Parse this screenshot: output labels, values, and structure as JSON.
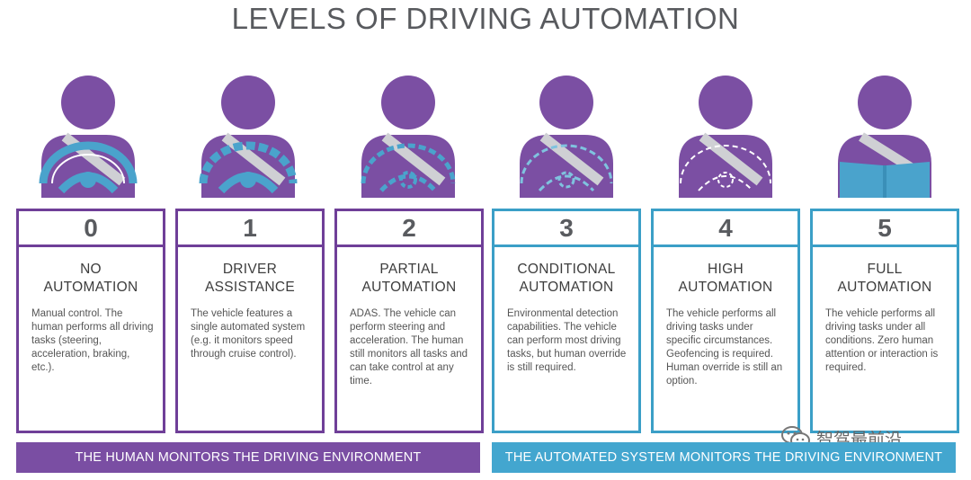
{
  "title": "LEVELS OF DRIVING AUTOMATION",
  "colors": {
    "human": "#6f3f98",
    "system": "#3b9fc7",
    "figure": "#7b4fa3",
    "wheel": "#4aa3cc",
    "book": "#4aa3cc"
  },
  "levels": [
    {
      "number": "0",
      "name_line1": "NO",
      "name_line2": "AUTOMATION",
      "group": "human",
      "description": "Manual control. The human performs all driving tasks (steering, acceleration, braking, etc.).",
      "icon": "person-steering-solid-icon"
    },
    {
      "number": "1",
      "name_line1": "DRIVER",
      "name_line2": "ASSISTANCE",
      "group": "human",
      "description": "The vehicle features a single automated system (e.g. it monitors speed through cruise control).",
      "icon": "person-steering-partial-dashed-icon"
    },
    {
      "number": "2",
      "name_line1": "PARTIAL",
      "name_line2": "AUTOMATION",
      "group": "human",
      "description": "ADAS. The vehicle can perform steering and acceleration. The human still monitors all tasks and can take control at any time.",
      "icon": "person-steering-dashed-icon"
    },
    {
      "number": "3",
      "name_line1": "CONDITIONAL",
      "name_line2": "AUTOMATION",
      "group": "system",
      "description": "Environmental detection capabilities. The vehicle can perform most driving tasks, but human override is still required.",
      "icon": "person-steering-dashed-blue-icon"
    },
    {
      "number": "4",
      "name_line1": "HIGH",
      "name_line2": "AUTOMATION",
      "group": "system",
      "description": "The vehicle performs all driving tasks under specific circumstances. Geofencing is required. Human override is still an option.",
      "icon": "person-steering-dashed-white-icon"
    },
    {
      "number": "5",
      "name_line1": "FULL",
      "name_line2": "AUTOMATION",
      "group": "system",
      "description": "The vehicle performs all driving tasks under all conditions. Zero human attention or interaction is required.",
      "icon": "person-reading-book-icon"
    }
  ],
  "bands": {
    "human": "THE HUMAN MONITORS THE DRIVING ENVIRONMENT",
    "system": "THE AUTOMATED SYSTEM MONITORS THE DRIVING ENVIRONMENT"
  },
  "watermark": {
    "text": "智驾最前沿",
    "icon": "wechat-icon"
  }
}
